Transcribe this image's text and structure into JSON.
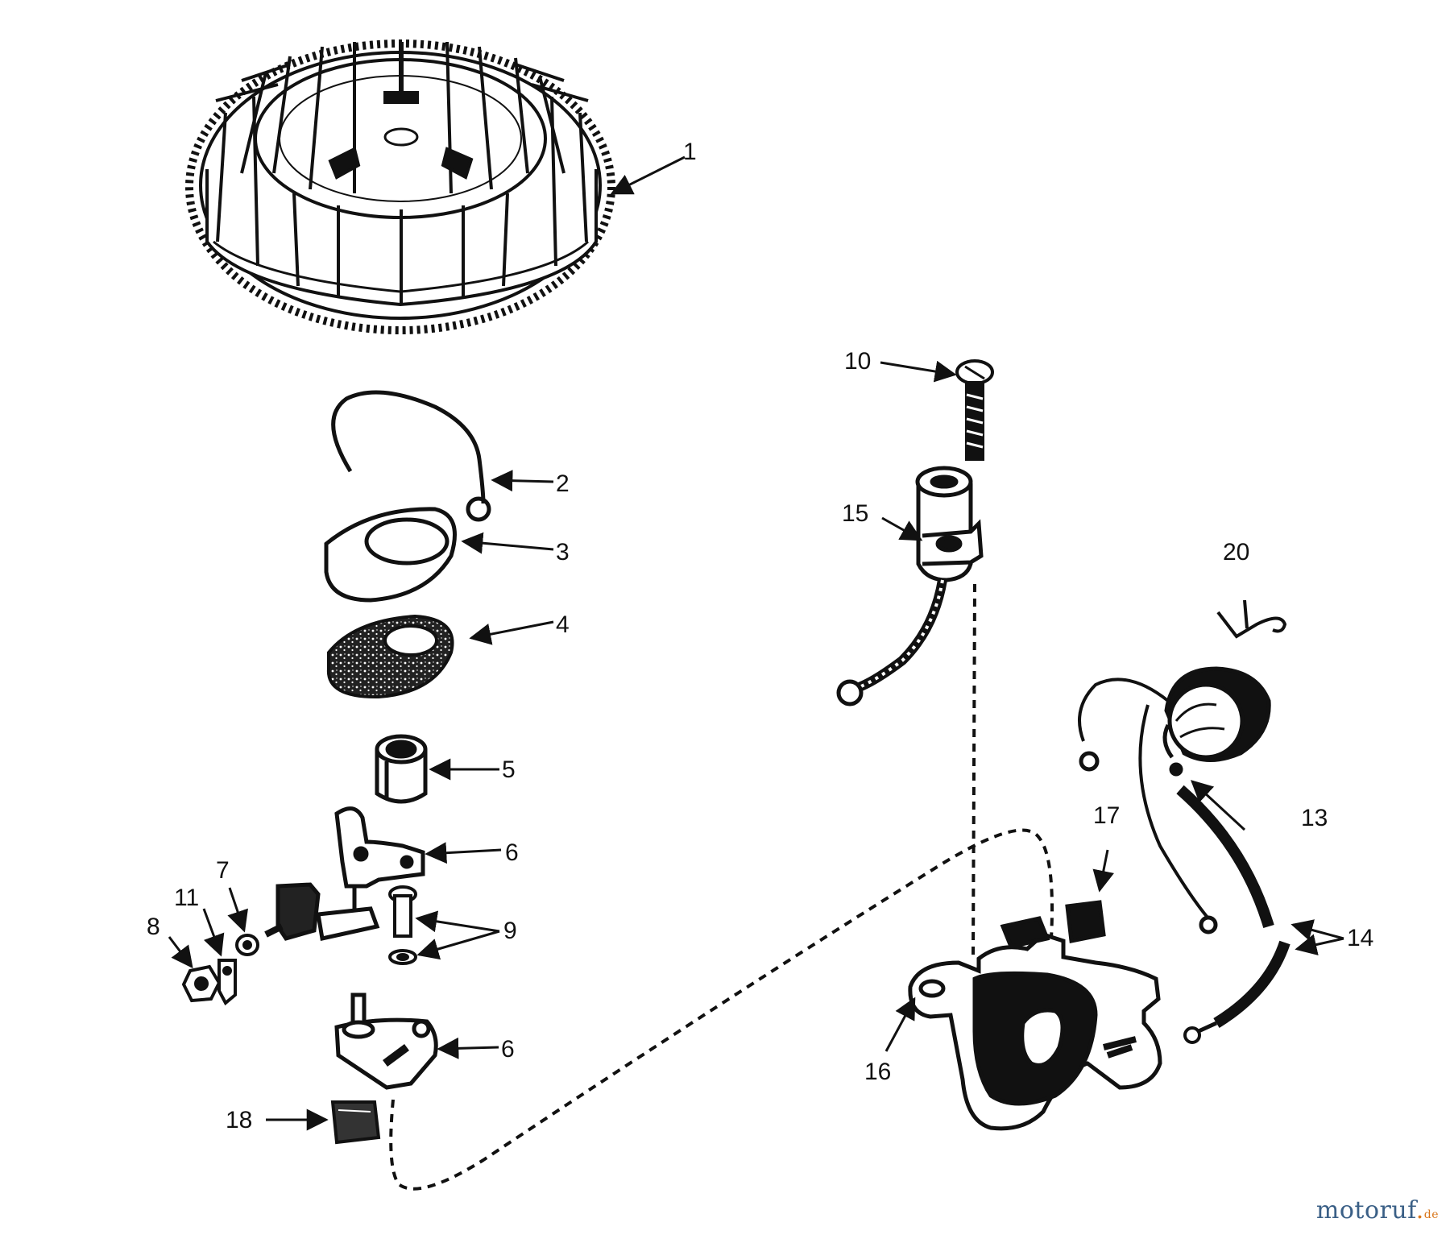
{
  "diagram": {
    "callouts": [
      {
        "id": "1",
        "text": "1"
      },
      {
        "id": "2",
        "text": "2"
      },
      {
        "id": "3",
        "text": "3"
      },
      {
        "id": "4",
        "text": "4"
      },
      {
        "id": "5",
        "text": "5"
      },
      {
        "id": "6a",
        "text": "6"
      },
      {
        "id": "6b",
        "text": "6"
      },
      {
        "id": "7",
        "text": "7"
      },
      {
        "id": "8",
        "text": "8"
      },
      {
        "id": "9",
        "text": "9"
      },
      {
        "id": "10",
        "text": "10"
      },
      {
        "id": "11",
        "text": "11"
      },
      {
        "id": "13",
        "text": "13"
      },
      {
        "id": "14",
        "text": "14"
      },
      {
        "id": "15",
        "text": "15"
      },
      {
        "id": "16",
        "text": "16"
      },
      {
        "id": "17",
        "text": "17"
      },
      {
        "id": "18",
        "text": "18"
      },
      {
        "id": "20",
        "text": "20"
      }
    ]
  },
  "watermark": {
    "main": "motoruf",
    "dot": ".",
    "tld": "de"
  }
}
